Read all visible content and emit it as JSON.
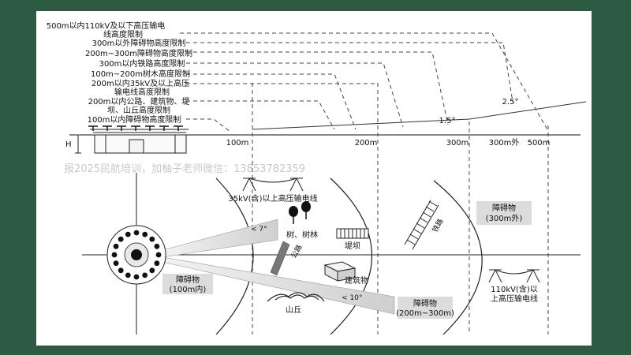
{
  "watermark": "报2025民航培训，加柚子老师微信：13853782359",
  "top_labels": [
    "500m以内110kV及以下高压输电",
    "线高度限制",
    "300m以外障碍物高度限制",
    "200m~300m障碍物高度限制",
    "300m以内铁路高度限制",
    "100m~200m树木高度限制",
    "200m以内35kV及以上高压",
    "输电线高度限制",
    "200m以内公路、建筑物、堤",
    "坝、山丘高度限制",
    "100m以内障碍物高度限制"
  ],
  "distance_labels": [
    "100m",
    "200m",
    "300m",
    "300m外",
    "500m"
  ],
  "slope_labels": [
    "1.5°",
    "2.5°"
  ],
  "height_label": "H",
  "plan": {
    "line35": "35kV(含)以上高压输电线",
    "trees": "树、树林",
    "angle7": "< 7°",
    "dike": "堤坝",
    "railway": "铁路",
    "obstacle300": [
      "障碍物",
      "(300m外)"
    ],
    "road": "公路",
    "building": "建筑物",
    "obstacle100": [
      "障碍物",
      "(100m内)"
    ],
    "angle10": "< 10°",
    "hill": "山丘",
    "obstacle200": [
      "障碍物",
      "(200m~300m)"
    ],
    "line110": [
      "110kV(含)以",
      "上高压输电线"
    ]
  }
}
